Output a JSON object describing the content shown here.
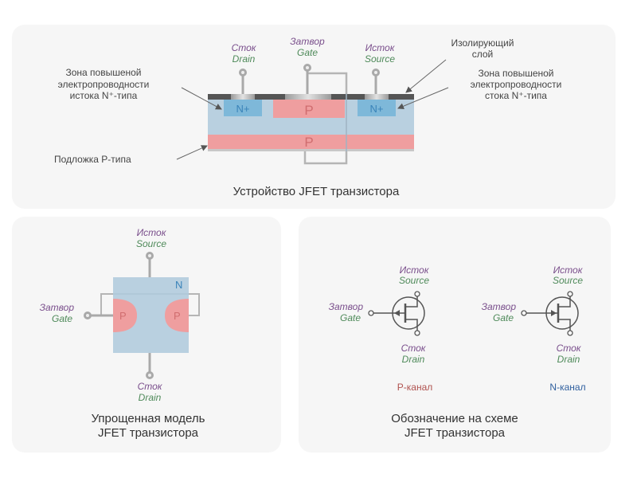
{
  "colors": {
    "panel_bg": "#f6f6f6",
    "n_region": "#b9d0e0",
    "n_plus": "#7eb8d9",
    "p_region": "#ef9e9f",
    "p_text": "#d06d6f",
    "n_text": "#3a83b9",
    "wire": "#a9a9a9",
    "insulator": "#555555",
    "russian_label": "#7a4f8c",
    "english_label": "#4f8a5a",
    "text": "#333333",
    "p_channel_label": "#b0524f",
    "n_channel_label": "#2f5f9e"
  },
  "device": {
    "title": "Устройство JFET транзистора",
    "drain_ru": "Сток",
    "drain_en": "Drain",
    "gate_ru": "Затвор",
    "gate_en": "Gate",
    "source_ru": "Исток",
    "source_en": "Source",
    "left_note": [
      "Зона повышеной",
      "электропроводности",
      "истока N⁺-типа"
    ],
    "right_note": [
      "Зона повышеной",
      "электропроводности",
      "стока N⁺-типа"
    ],
    "insulator_note": [
      "Изолирующий",
      "слой"
    ],
    "substrate_note": "Подложка Р-типа",
    "n_plus": "N+",
    "p": "P"
  },
  "simplified": {
    "title": [
      "Упрощенная модель",
      "JFET транзистора"
    ],
    "source_ru": "Исток",
    "source_en": "Source",
    "gate_ru": "Затвор",
    "gate_en": "Gate",
    "drain_ru": "Сток",
    "drain_en": "Drain",
    "n": "N",
    "p": "P"
  },
  "symbols": {
    "title": [
      "Обозначение на схеме",
      "JFET транзистора"
    ],
    "source_ru": "Исток",
    "source_en": "Source",
    "gate_ru": "Затвор",
    "gate_en": "Gate",
    "drain_ru": "Сток",
    "drain_en": "Drain",
    "p_channel": "Р-канал",
    "n_channel": "N-канал"
  }
}
